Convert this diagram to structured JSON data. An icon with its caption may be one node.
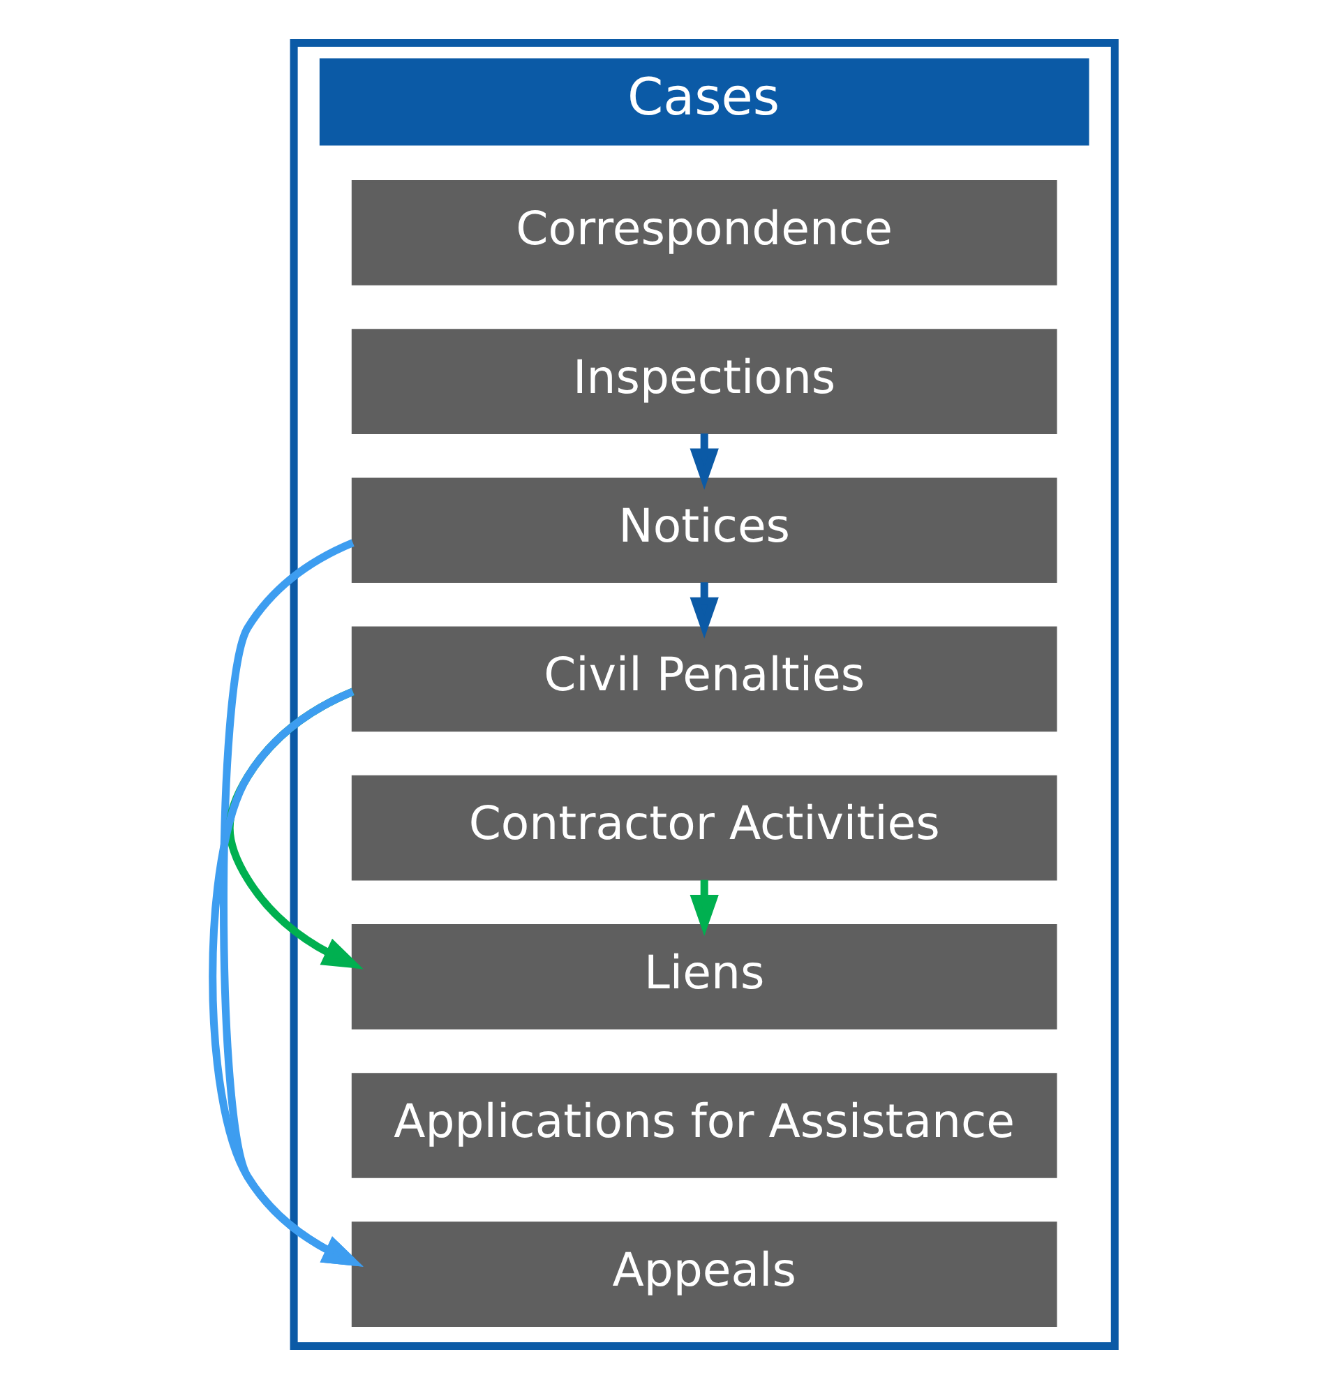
{
  "diagram": {
    "nodes": [
      {
        "text": [
          "Cases"
        ]
      },
      {
        "text": [
          "Correspondence"
        ],
        "in": 0
      },
      {
        "text": [
          "Inspections"
        ],
        "in": 0
      },
      {
        "text": [
          "Notices"
        ],
        "in": 0
      },
      {
        "text": [
          "Civil Penalties"
        ],
        "in": 0
      },
      {
        "text": [
          "Contractor Activities"
        ],
        "in": 0
      },
      {
        "text": [
          "Liens"
        ],
        "in": 0
      },
      {
        "text": [
          "Applications for Assistance"
        ],
        "in": 0
      },
      {
        "text": [
          "Appeals"
        ],
        "in": 0
      }
    ],
    "edges": [
      {
        "from": 2,
        "to": 3,
        "arrow": "to",
        "color": "#0b5aa6"
      },
      {
        "from": 3,
        "to": 4,
        "arrow": "to",
        "color": "#0b5aa6"
      },
      {
        "from": 3,
        "to": 8,
        "arrow": "to",
        "color": "#3d9df0"
      },
      {
        "from": 4,
        "to": 8,
        "arrow": "to",
        "color": "#3d9df0"
      },
      {
        "from": 4,
        "to": 6,
        "arrow": "to",
        "color": "#00b050"
      },
      {
        "from": 5,
        "to": 6,
        "arrow": "to",
        "color": "#00b050"
      }
    ]
  }
}
